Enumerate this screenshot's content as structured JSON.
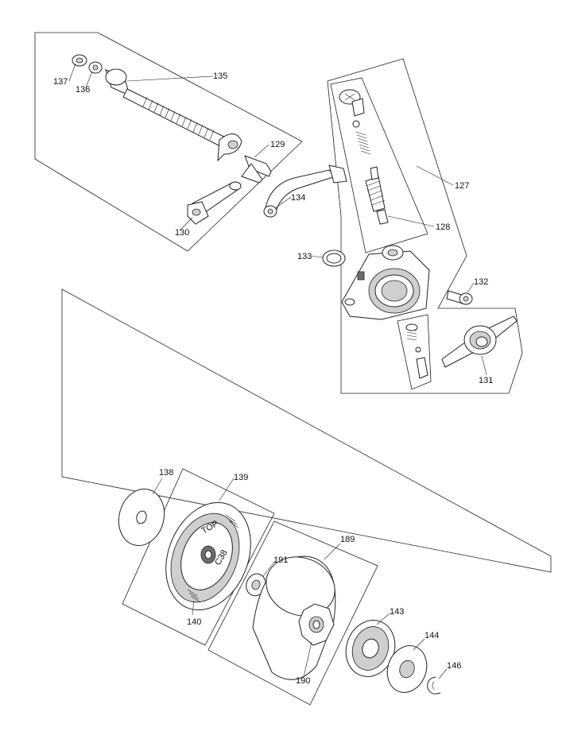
{
  "diagram": {
    "parts": [
      {
        "id": "p135",
        "label": "135"
      },
      {
        "id": "p137",
        "label": "137"
      },
      {
        "id": "p136",
        "label": "136"
      },
      {
        "id": "p129",
        "label": "129"
      },
      {
        "id": "p134",
        "label": "134"
      },
      {
        "id": "p130",
        "label": "130"
      },
      {
        "id": "p127",
        "label": "127"
      },
      {
        "id": "p128",
        "label": "128"
      },
      {
        "id": "p133",
        "label": "133"
      },
      {
        "id": "p132",
        "label": "132"
      },
      {
        "id": "p131",
        "label": "131"
      },
      {
        "id": "p138",
        "label": "138"
      },
      {
        "id": "p139",
        "label": "139"
      },
      {
        "id": "p189",
        "label": "189"
      },
      {
        "id": "p191",
        "label": "191"
      },
      {
        "id": "p140",
        "label": "140"
      },
      {
        "id": "p143",
        "label": "143"
      },
      {
        "id": "p144",
        "label": "144"
      },
      {
        "id": "p146",
        "label": "146"
      },
      {
        "id": "p190",
        "label": "190"
      }
    ],
    "shoe_texts": {
      "top": "TOP",
      "code": "C38"
    }
  }
}
